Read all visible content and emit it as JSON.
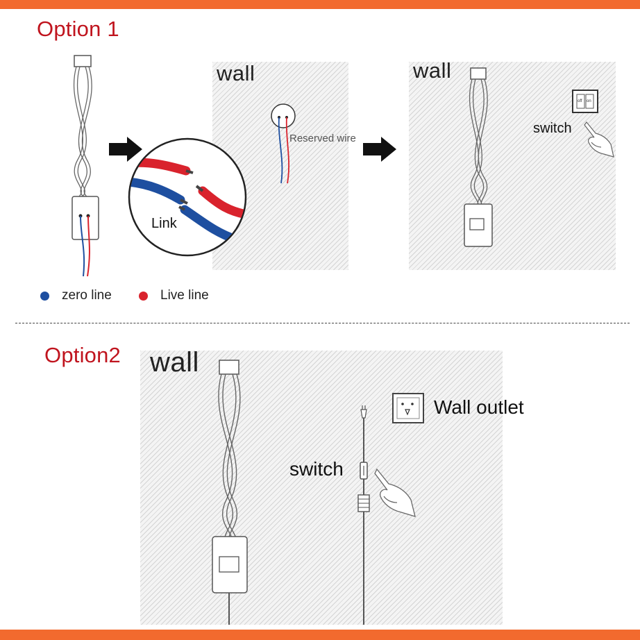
{
  "option1": {
    "title": "Option 1",
    "panel2_wall": "wall",
    "panel3_wall": "wall",
    "reserved_wire": "Reserved wire",
    "link": "Link",
    "switch": "switch",
    "switch_off": "off",
    "switch_on": "on",
    "legend": [
      {
        "label": "zero line",
        "color": "#1e4fa0"
      },
      {
        "label": "Live line",
        "color": "#d9232d"
      }
    ]
  },
  "option2": {
    "title": "Option2",
    "wall": "wall",
    "wall_outlet": "Wall outlet",
    "switch": "switch"
  },
  "colors": {
    "accent_bar": "#f26a2e",
    "title_red": "#c0141e",
    "live_wire": "#d9232d",
    "zero_wire": "#1e4fa0"
  }
}
